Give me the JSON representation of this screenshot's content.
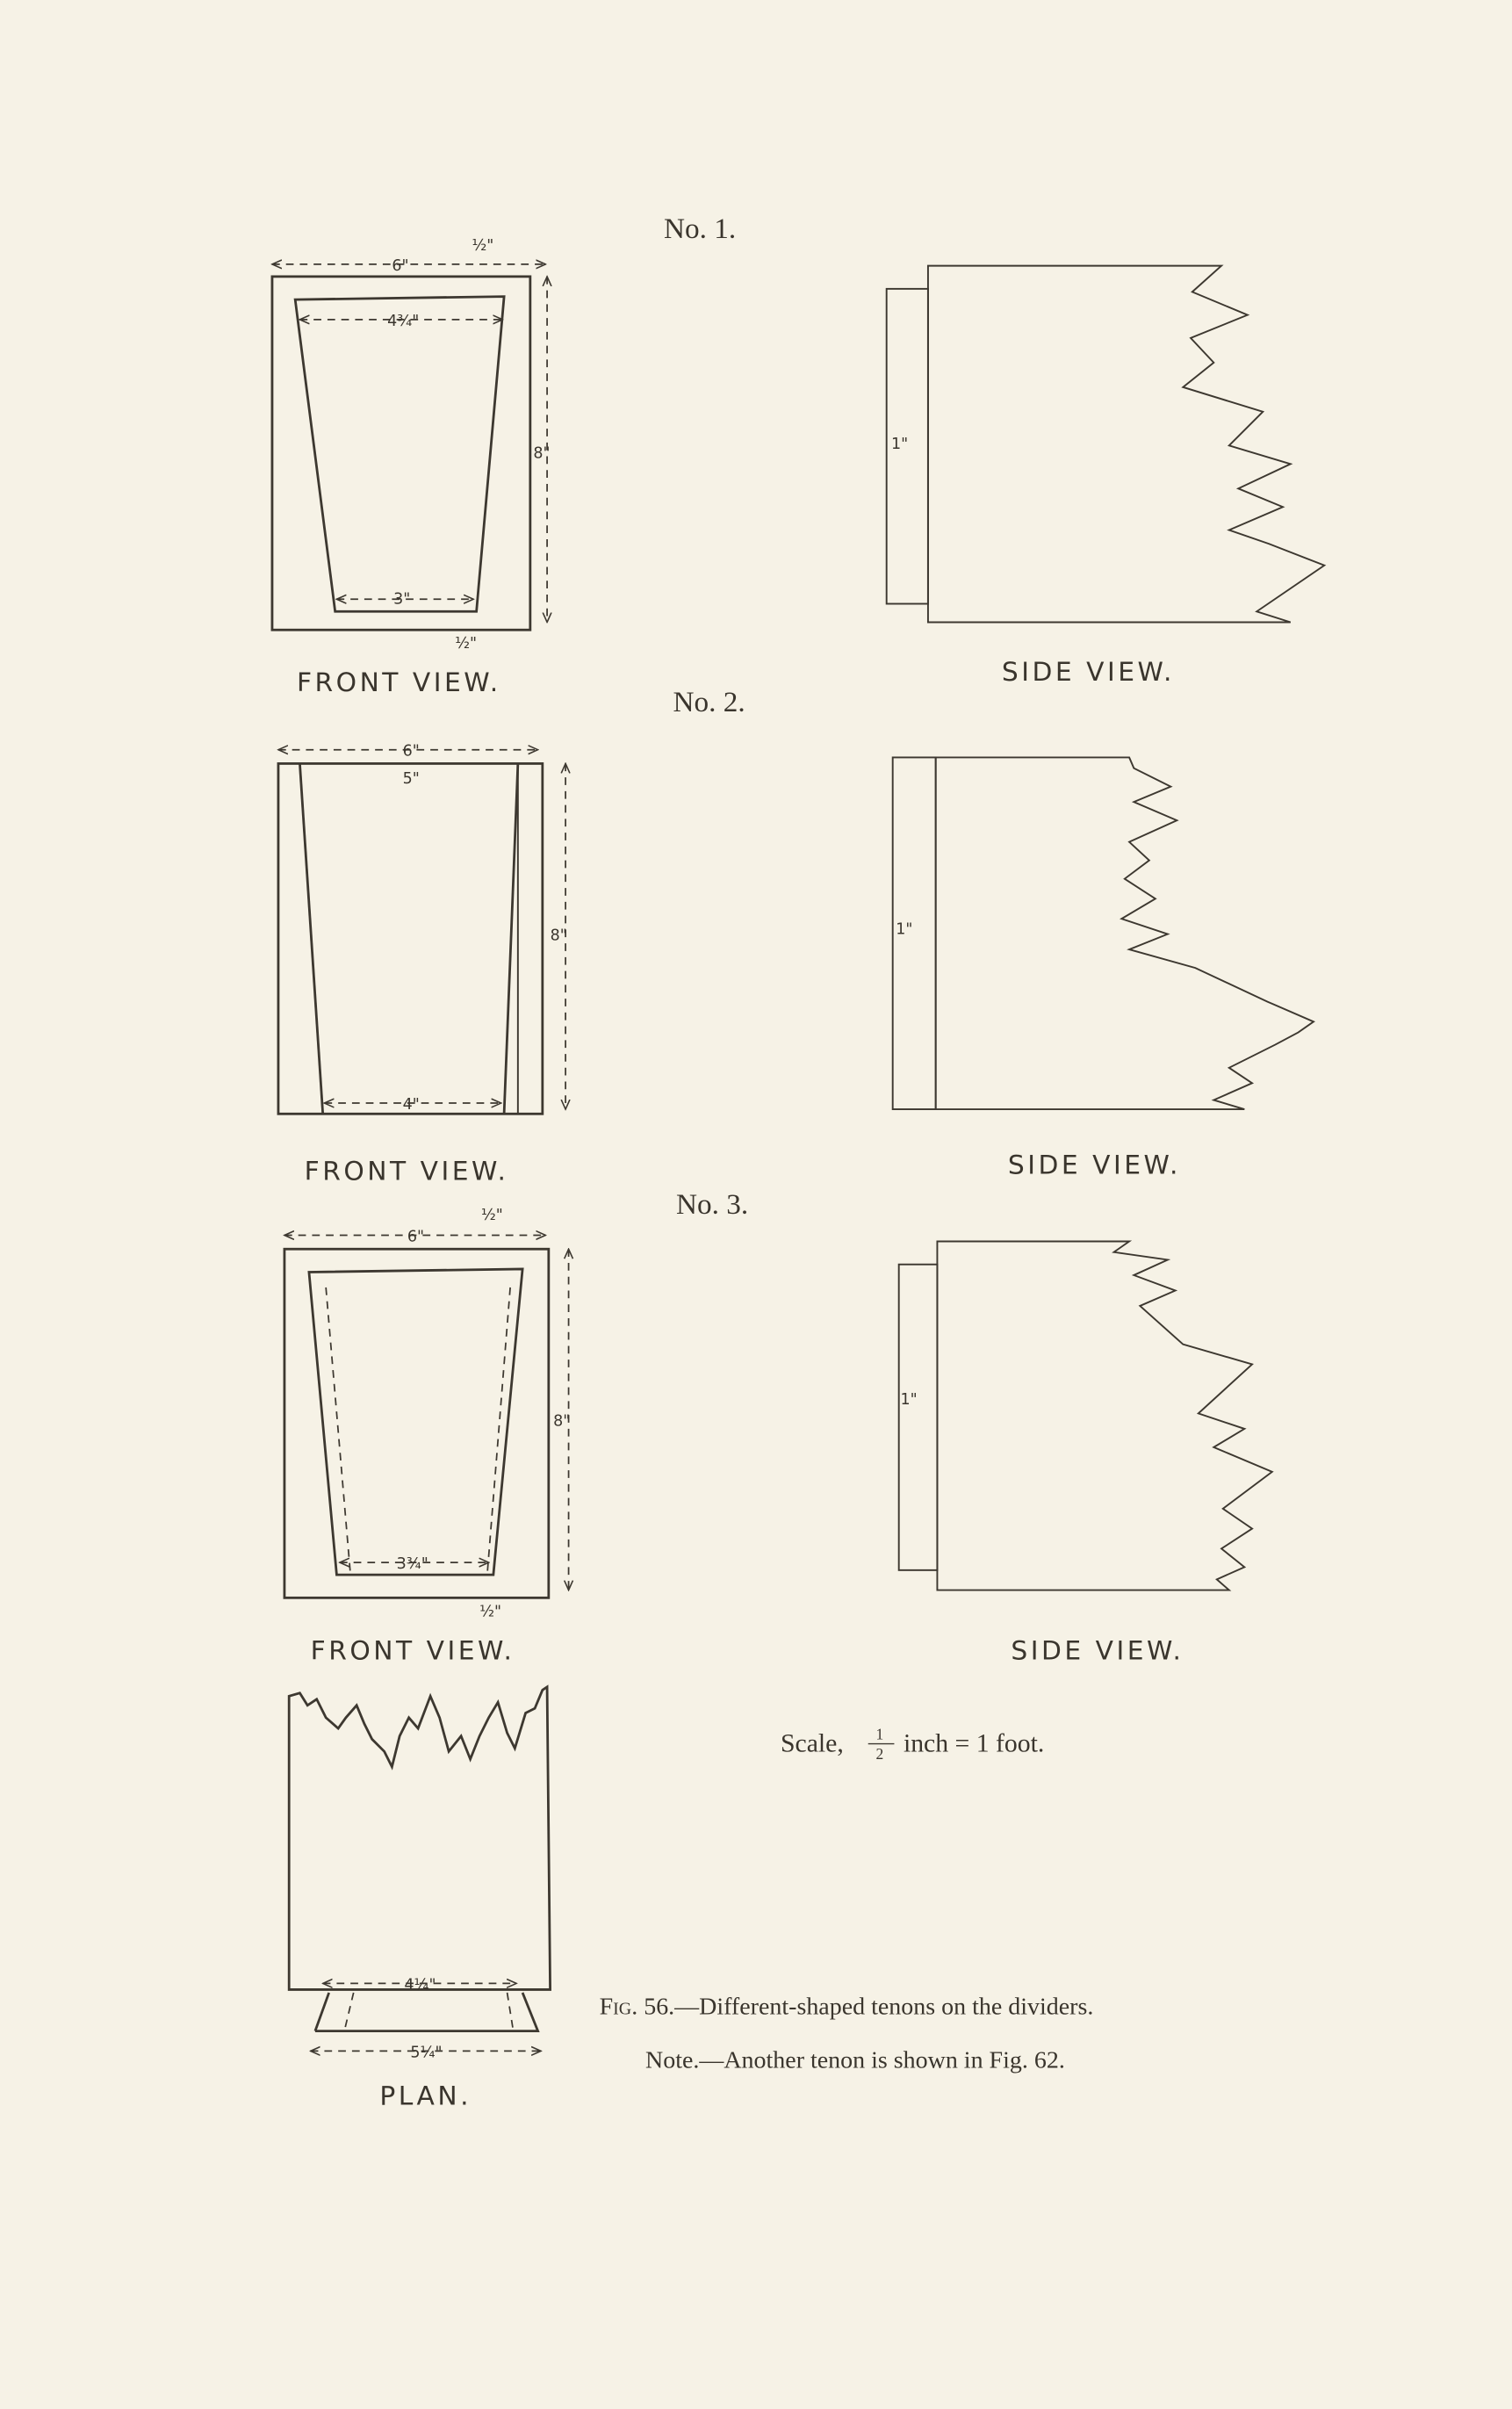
{
  "figure": {
    "number_labels": [
      "No. 1.",
      "No. 2.",
      "No. 3."
    ],
    "front_view_label": "FRONT VIEW.",
    "side_view_label": "SIDE VIEW.",
    "plan_label": "PLAN.",
    "tenon_1": {
      "width": "6\"",
      "top_inner": "4¾\"",
      "bottom_inner": "3\"",
      "height": "8\"",
      "margin_top": "½\"",
      "margin_bottom": "½\"",
      "side_thickness": "1\""
    },
    "tenon_2": {
      "width": "6\"",
      "top_inner": "5\"",
      "bottom_inner": "4\"",
      "height": "8\"",
      "side_thickness": "1\""
    },
    "tenon_3": {
      "width": "6\"",
      "bottom_inner": "3¾\"",
      "height": "8\"",
      "margin_top": "½\"",
      "margin_bottom": "½\"",
      "side_thickness": "1\""
    },
    "plan": {
      "inner_width": "4¼\"",
      "outer_width": "5¼\""
    },
    "scale_prefix": "Scale,",
    "scale_num": "1",
    "scale_den": "2",
    "scale_suffix": "inch = 1 foot.",
    "caption_fig": "Fig. 56.",
    "caption_text": "—Different-shaped tenons on the dividers.",
    "note": "Note.—Another tenon is shown in Fig. 62."
  },
  "colors": {
    "paper": "#f6f2e6",
    "ink": "#3d3830"
  }
}
